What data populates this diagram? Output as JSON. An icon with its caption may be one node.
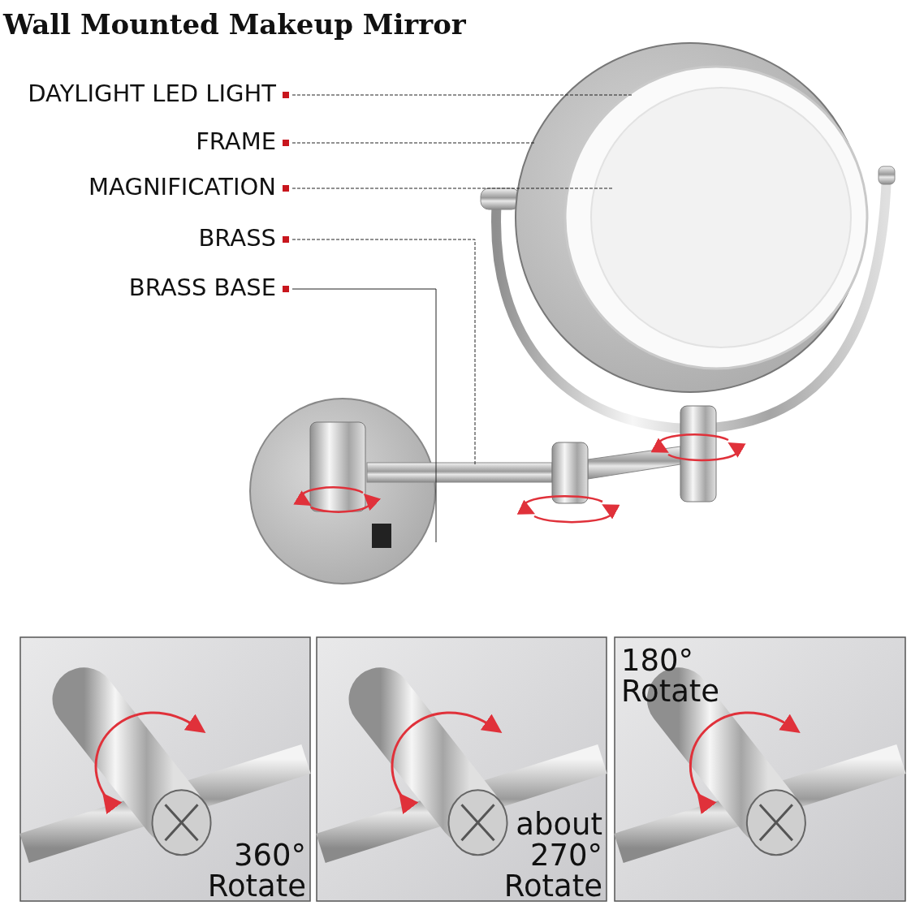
{
  "diagram": {
    "title": "Wall Mounted Makeup Mirror",
    "nodes": [
      {
        "text": [
          "DAYLIGHT LED LIGHT"
        ]
      },
      {
        "text": [
          "FRAME"
        ]
      },
      {
        "text": [
          "MAGNIFICATION"
        ]
      },
      {
        "text": [
          "BRASS"
        ]
      },
      {
        "text": [
          "BRASS BASE"
        ]
      },
      {
        "text": [],
        "shape": "circle",
        "in": 6
      },
      {
        "text": [],
        "shape": "circle"
      },
      {
        "text": [],
        "shape": "circle",
        "in": 5
      },
      {
        "text": [],
        "shape": "bar"
      },
      {
        "text": [],
        "shape": "circle"
      }
    ],
    "edges": [
      {
        "from": 0,
        "to": 5,
        "arrow": "none",
        "style": "dashed"
      },
      {
        "from": 1,
        "to": 6,
        "arrow": "none",
        "style": "dashed"
      },
      {
        "from": 2,
        "to": 7,
        "arrow": "none",
        "style": "dashed"
      },
      {
        "from": 3,
        "to": 8,
        "arrow": "none",
        "style": "dashed"
      },
      {
        "from": 4,
        "to": 9,
        "arrow": "none"
      }
    ],
    "labels": [
      "360° Rotate",
      "about 270° Rotate",
      "180° Rotate"
    ]
  }
}
